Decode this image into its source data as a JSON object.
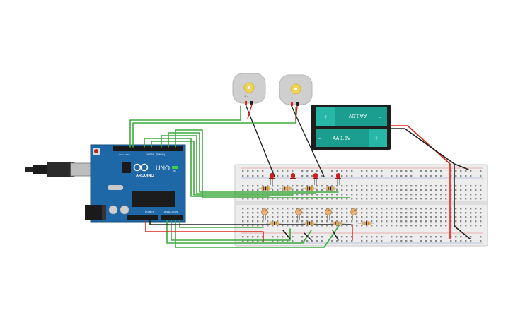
{
  "arduino": {
    "logo": "ARDUINO",
    "model": "UNO",
    "digital_header_label": "DIGITAL (PWM~)",
    "power_label": "POWER",
    "analog_label": "ANALOG IN",
    "aref_label": "AREF",
    "gnd_label": "GND",
    "on_label": "ON"
  },
  "motors": [
    {
      "label": "+  -"
    },
    {
      "label": "+  -"
    }
  ],
  "battery": {
    "cells": [
      {
        "label": "AA 1.5V",
        "plus": "+",
        "minus": "-"
      },
      {
        "label": "AA 1.5V",
        "plus": "+",
        "minus": "-"
      }
    ]
  },
  "colors": {
    "board": "#1f68a8",
    "breadboard": "#eeeeee",
    "wire_green": "#3daa3d",
    "wire_red": "#e0241b",
    "wire_black": "#222222",
    "led_red": "#cc1f1f",
    "battery_cell": "#1b9e8f",
    "motor_body": "#cfcfcf",
    "motor_hub": "#f2d35a"
  }
}
